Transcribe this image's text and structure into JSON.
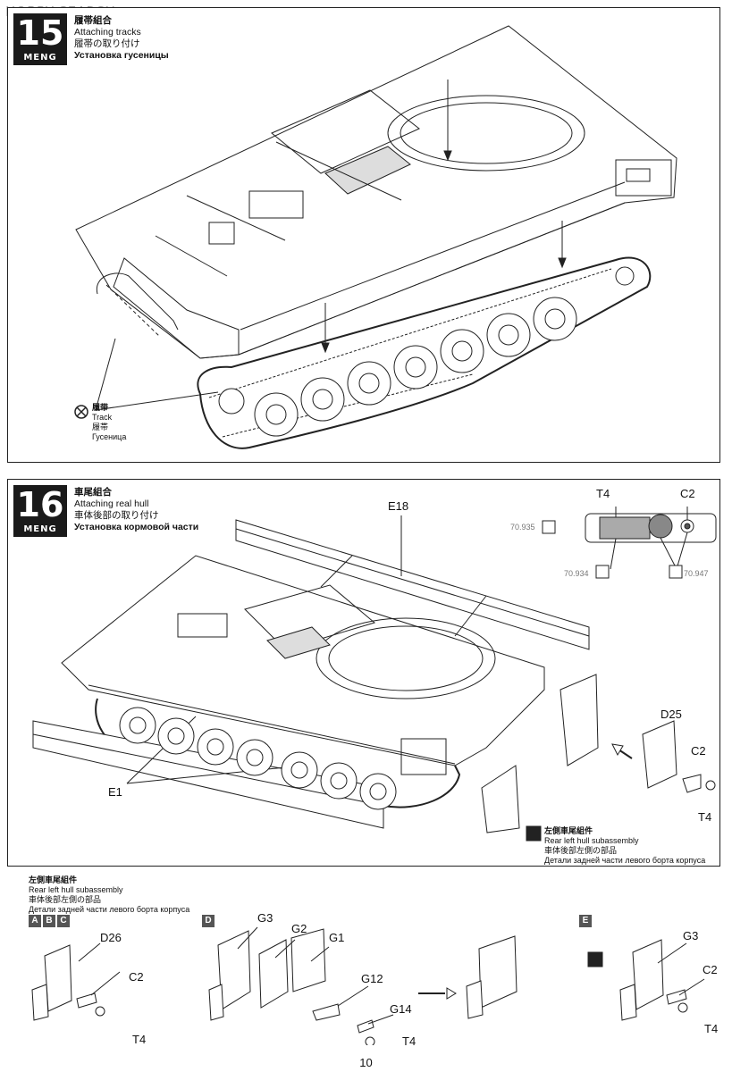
{
  "watermark": "HOBBY SEARCH",
  "brand": "MENG",
  "step15": {
    "number": "15",
    "title_cn": "履帯組合",
    "title_en": "Attaching tracks",
    "title_jp": "履帯の取り付け",
    "title_ru": "Установка гусеницы",
    "track_label": {
      "cn": "履带",
      "en": "Track",
      "jp": "履帯",
      "ru": "Гусеница"
    }
  },
  "step16": {
    "number": "16",
    "title_cn": "車尾組合",
    "title_en": "Attaching real hull",
    "title_jp": "車体後部の取り付け",
    "title_ru": "Установка кормовой части",
    "parts": {
      "e18": "E18",
      "e1": "E1",
      "t4": "T4",
      "c2": "C2",
      "d25": "D25"
    },
    "paints": {
      "p1": "70.935",
      "p2": "70.934",
      "p3": "70.947"
    },
    "subassembly_ref": {
      "cn": "左側車尾組件",
      "en": "Rear left hull subassembly",
      "jp": "車体後部左側の部品",
      "ru": "Детали задней части левого борта корпуса"
    }
  },
  "subassembly": {
    "title_cn": "左側車尾組件",
    "title_en": "Rear left hull subassembly",
    "title_jp": "車体後部左側の部品",
    "title_ru": "Детали задней части левого борта корпуса",
    "versions_abc": [
      "A",
      "B",
      "C"
    ],
    "version_d": "D",
    "version_e": "E",
    "parts": {
      "d26": "D26",
      "c2": "C2",
      "t4": "T4",
      "g3": "G3",
      "g2": "G2",
      "g1": "G1",
      "g12": "G12",
      "g14": "G14"
    }
  },
  "page_number": "10"
}
